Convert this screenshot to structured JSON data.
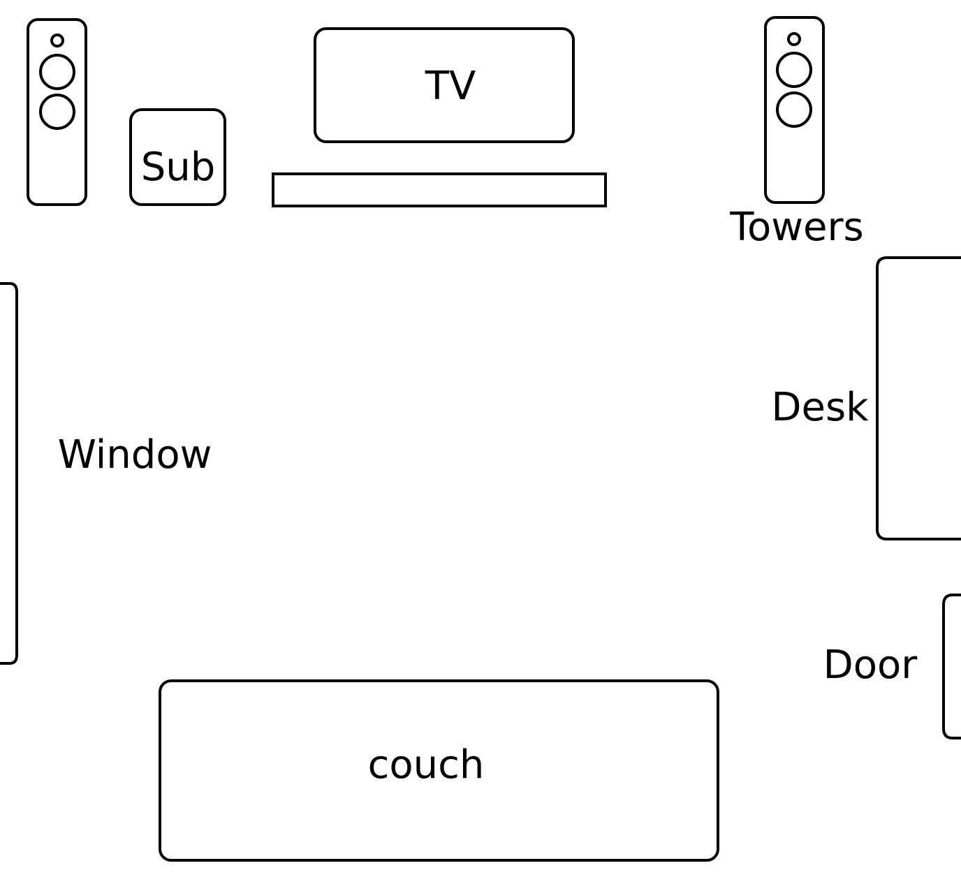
{
  "labels": {
    "tv": "TV",
    "sub": "Sub",
    "towers": "Towers",
    "window": "Window",
    "desk": "Desk",
    "door": "Door",
    "couch": "couch"
  },
  "colors": {
    "stroke": "#000000",
    "background": "#ffffff"
  }
}
